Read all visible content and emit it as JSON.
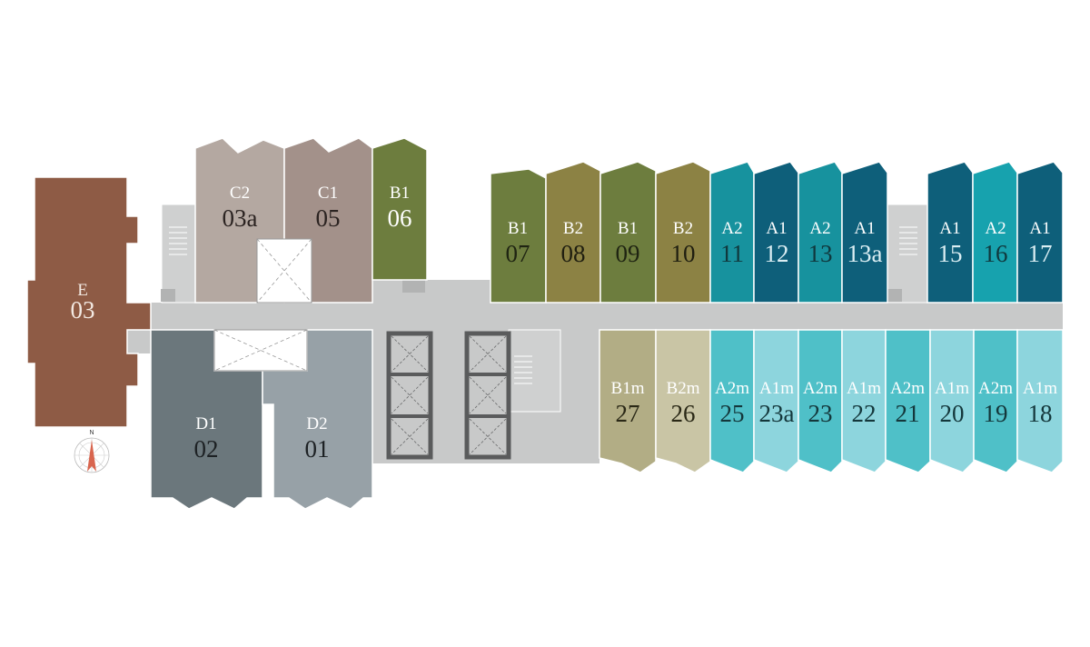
{
  "compass": {
    "north_label": "N"
  },
  "colors": {
    "corridor": "#c8c9c9",
    "service": "#cfd0d0",
    "stroke": "#ffffff",
    "compass_arrow": "#d8654e"
  },
  "units": [
    {
      "id": "E-03",
      "type": "E",
      "number": "03",
      "color": "#8e5b45",
      "text": "#f3e9e2"
    },
    {
      "id": "C2-03a",
      "type": "C2",
      "number": "03a",
      "color": "#b4a8a1",
      "text": "#ffffff",
      "num_text": "#2b2321"
    },
    {
      "id": "C1-05",
      "type": "C1",
      "number": "05",
      "color": "#a3918a",
      "text": "#ffffff",
      "num_text": "#2b2321"
    },
    {
      "id": "B1-06",
      "type": "B1",
      "number": "06",
      "color": "#6d7d3e",
      "text": "#ffffff",
      "num_text": "#ffffff"
    },
    {
      "id": "B1-07",
      "type": "B1",
      "number": "07",
      "color": "#6d7d3e",
      "text": "#ffffff",
      "num_text": "#1f2412"
    },
    {
      "id": "B2-08",
      "type": "B2",
      "number": "08",
      "color": "#8c8244",
      "text": "#ffffff",
      "num_text": "#1f1e10"
    },
    {
      "id": "B1-09",
      "type": "B1",
      "number": "09",
      "color": "#6d7d3e",
      "text": "#ffffff",
      "num_text": "#1f2412"
    },
    {
      "id": "B2-10",
      "type": "B2",
      "number": "10",
      "color": "#8c8244",
      "text": "#ffffff",
      "num_text": "#1f1e10"
    },
    {
      "id": "A2-11",
      "type": "A2",
      "number": "11",
      "color": "#17929e",
      "text": "#ffffff",
      "num_text": "#10383d"
    },
    {
      "id": "A1-12",
      "type": "A1",
      "number": "12",
      "color": "#0e5f7a",
      "text": "#ffffff",
      "num_text": "#dbeef3"
    },
    {
      "id": "A2-13",
      "type": "A2",
      "number": "13",
      "color": "#17929e",
      "text": "#ffffff",
      "num_text": "#10383d"
    },
    {
      "id": "A1-13a",
      "type": "A1",
      "number": "13a",
      "color": "#0e5f7a",
      "text": "#ffffff",
      "num_text": "#dbeef3"
    },
    {
      "id": "A1-15",
      "type": "A1",
      "number": "15",
      "color": "#0e5f7a",
      "text": "#ffffff",
      "num_text": "#dbeef3"
    },
    {
      "id": "A2-16",
      "type": "A2",
      "number": "16",
      "color": "#17a2ae",
      "text": "#ffffff",
      "num_text": "#10383d"
    },
    {
      "id": "A1-17",
      "type": "A1",
      "number": "17",
      "color": "#0e5f7a",
      "text": "#ffffff",
      "num_text": "#dbeef3"
    },
    {
      "id": "D1-02",
      "type": "D1",
      "number": "02",
      "color": "#6b777c",
      "text": "#ffffff",
      "num_text": "#1d2124"
    },
    {
      "id": "D2-01",
      "type": "D2",
      "number": "01",
      "color": "#97a1a7",
      "text": "#ffffff",
      "num_text": "#1d2124"
    },
    {
      "id": "B1m-27",
      "type": "B1m",
      "number": "27",
      "color": "#b2ad85",
      "text": "#ffffff",
      "num_text": "#2a2816"
    },
    {
      "id": "B2m-26",
      "type": "B2m",
      "number": "26",
      "color": "#c9c5a5",
      "text": "#ffffff",
      "num_text": "#2a2816"
    },
    {
      "id": "A2m-25",
      "type": "A2m",
      "number": "25",
      "color": "#4fc0c8",
      "text": "#ffffff",
      "num_text": "#14373b"
    },
    {
      "id": "A1m-23a",
      "type": "A1m",
      "number": "23a",
      "color": "#8dd5dd",
      "text": "#ffffff",
      "num_text": "#14373b"
    },
    {
      "id": "A2m-23",
      "type": "A2m",
      "number": "23",
      "color": "#4fc0c8",
      "text": "#ffffff",
      "num_text": "#14373b"
    },
    {
      "id": "A1m-22",
      "type": "A1m",
      "number": "22",
      "color": "#8dd5dd",
      "text": "#ffffff",
      "num_text": "#14373b"
    },
    {
      "id": "A2m-21",
      "type": "A2m",
      "number": "21",
      "color": "#4fc0c8",
      "text": "#ffffff",
      "num_text": "#14373b"
    },
    {
      "id": "A1m-20",
      "type": "A1m",
      "number": "20",
      "color": "#8dd5dd",
      "text": "#ffffff",
      "num_text": "#14373b"
    },
    {
      "id": "A2m-19",
      "type": "A2m",
      "number": "19",
      "color": "#4fc0c8",
      "text": "#ffffff",
      "num_text": "#14373b"
    },
    {
      "id": "A1m-18",
      "type": "A1m",
      "number": "18",
      "color": "#8dd5dd",
      "text": "#ffffff",
      "num_text": "#14373b"
    }
  ]
}
